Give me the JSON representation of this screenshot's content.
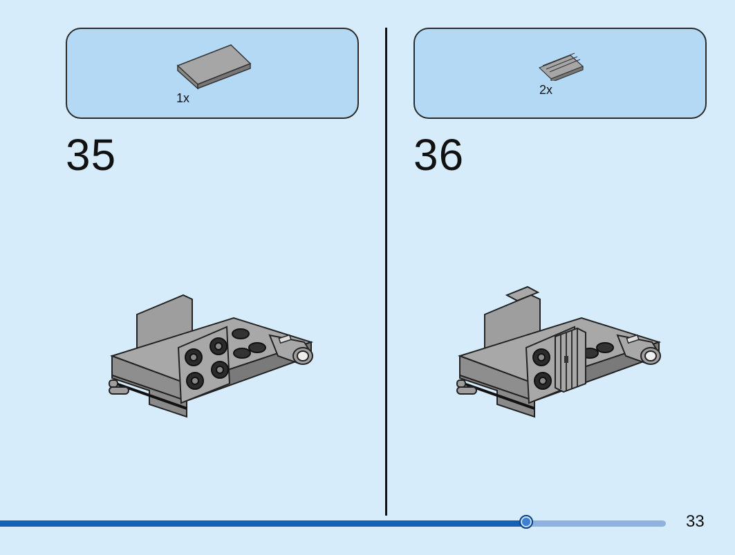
{
  "steps": [
    {
      "number": "35",
      "parts": [
        {
          "qty": "1x",
          "part": "tile-2x3-gray"
        }
      ]
    },
    {
      "number": "36",
      "parts": [
        {
          "qty": "2x",
          "part": "grille-tile-1x2-gray"
        }
      ]
    }
  ],
  "page_number": "33",
  "progress": 0.79,
  "colors": {
    "background": "#d6ecfb",
    "parts_box": "#b4d9f5",
    "brick_gray": "#9e9e9e",
    "progress_fill": "#1660b4",
    "progress_track": "#8fb1de"
  }
}
